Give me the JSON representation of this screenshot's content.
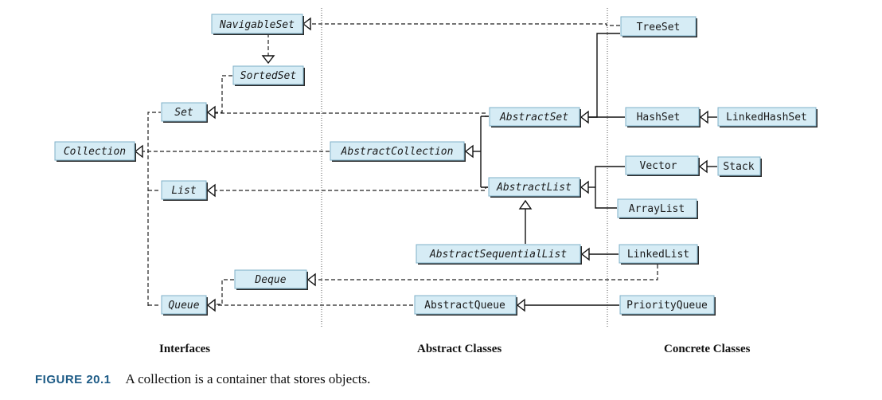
{
  "nodes": {
    "navigableset": "NavigableSet",
    "sortedset": "SortedSet",
    "set": "Set",
    "collection": "Collection",
    "list": "List",
    "deque": "Deque",
    "queue": "Queue",
    "abstractcollection": "AbstractCollection",
    "abstractset": "AbstractSet",
    "abstractlist": "AbstractList",
    "abstractsequentiallist": "AbstractSequentialList",
    "abstractqueue": "AbstractQueue",
    "treeset": "TreeSet",
    "hashset": "HashSet",
    "linkedhashset": "LinkedHashSet",
    "vector": "Vector",
    "stack": "Stack",
    "arraylist": "ArrayList",
    "linkedlist": "LinkedList",
    "priorityqueue": "PriorityQueue"
  },
  "sections": {
    "interfaces": "Interfaces",
    "abstract": "Abstract Classes",
    "concrete": "Concrete Classes"
  },
  "caption": {
    "figure": "FIGURE 20.1",
    "text": "A collection is a container that stores objects."
  },
  "colors": {
    "box_fill": "#d6ecf5",
    "caption_figure": "#1d5b86"
  }
}
